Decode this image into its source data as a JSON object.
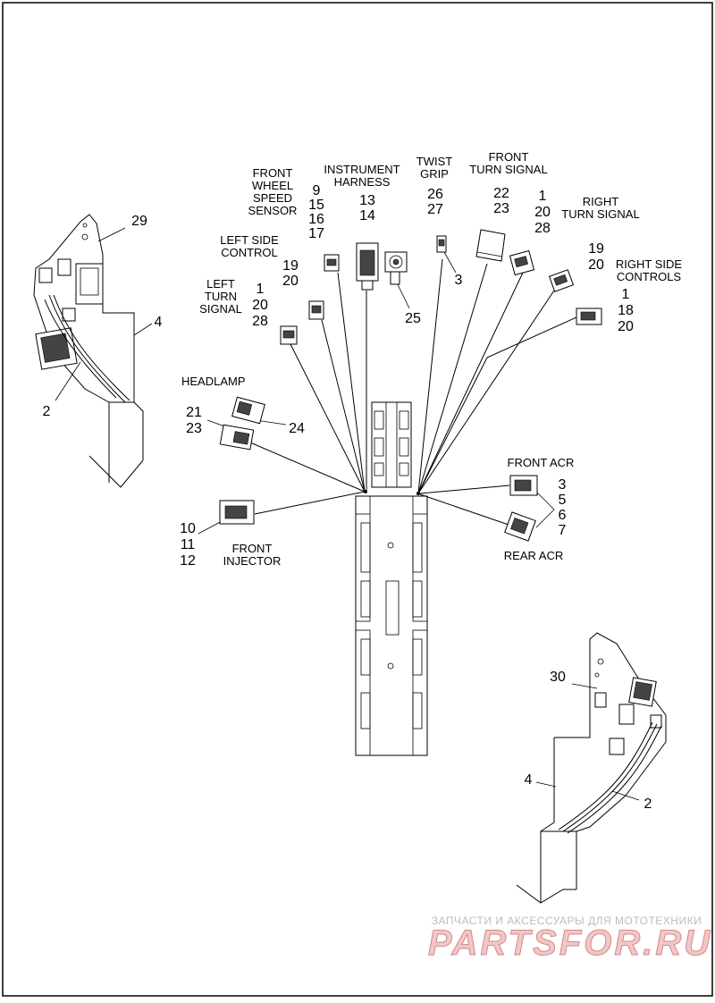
{
  "labels": {
    "front_wheel_speed_sensor": [
      "FRONT",
      "WHEEL",
      "SPEED",
      "SENSOR"
    ],
    "instrument_harness": [
      "INSTRUMENT",
      "HARNESS"
    ],
    "twist_grip": [
      "TWIST",
      "GRIP"
    ],
    "front_turn_signal": [
      "FRONT",
      "TURN SIGNAL"
    ],
    "right_turn_signal": [
      "RIGHT",
      "TURN SIGNAL"
    ],
    "right_side_controls": [
      "RIGHT SIDE",
      "CONTROLS"
    ],
    "left_side_control": [
      "LEFT SIDE",
      "CONTROL"
    ],
    "left_turn_signal": [
      "LEFT",
      "TURN",
      "SIGNAL"
    ],
    "headlamp": "HEADLAMP",
    "front_injector": [
      "FRONT",
      "INJECTOR"
    ],
    "front_acr": "FRONT ACR",
    "rear_acr": "REAR ACR"
  },
  "callouts": {
    "wss": [
      "9",
      "15",
      "16",
      "17"
    ],
    "instrument": [
      "13",
      "14"
    ],
    "twist_grip": [
      "26",
      "27"
    ],
    "twist_grip_side": "3",
    "front_turn_signal": [
      "22",
      "23"
    ],
    "right_turn_signal": [
      "1",
      "20",
      "28"
    ],
    "right_19_20": [
      "19",
      "20"
    ],
    "right_side_controls": [
      "1",
      "18",
      "20"
    ],
    "left_side_control": [
      "19",
      "20"
    ],
    "left_turn_signal": [
      "1",
      "20",
      "28"
    ],
    "item_25": "25",
    "headlamp_21_23": [
      "21",
      "23"
    ],
    "headlamp_24": "24",
    "front_injector": [
      "10",
      "11",
      "12"
    ],
    "acr": [
      "3",
      "5",
      "6",
      "7"
    ],
    "left_detail": {
      "item_29": "29",
      "item_4": "4",
      "item_2": "2"
    },
    "right_detail": {
      "item_30": "30",
      "item_4": "4",
      "item_2": "2"
    }
  },
  "watermark": {
    "tagline": "ЗАПЧАСТИ И АКСЕССУАРЫ ДЛЯ МОТОТЕХНИКИ",
    "brand": "PARTSFOR.RU"
  }
}
